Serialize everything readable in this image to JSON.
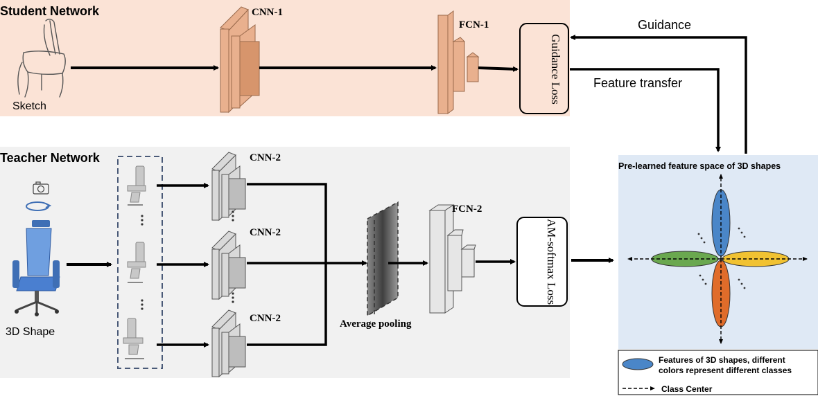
{
  "student": {
    "title": "Student Network",
    "input_label": "Sketch",
    "cnn_label": "CNN-1",
    "fcn_label": "FCN-1",
    "loss_label": "Guidance Loss"
  },
  "teacher": {
    "title": "Teacher Network",
    "input_label": "3D Shape",
    "cnn_labels": [
      "CNN-2",
      "CNN-2",
      "CNN-2"
    ],
    "pool_label": "Average pooling",
    "fcn_label": "FCN-2",
    "loss_label": "AM-softmax Loss"
  },
  "links": {
    "guidance": "Guidance",
    "feature_transfer": "Feature transfer"
  },
  "feature_space": {
    "title": "Pre-learned feature space of 3D shapes",
    "legend_features": "Features of 3D shapes, different colors represent different classes",
    "legend_center": "Class Center",
    "class_colors": {
      "top": "#4a86c8",
      "left": "#6aa84f",
      "right": "#f1c232",
      "bottom": "#e06c2a"
    }
  },
  "colors": {
    "student_bg": "#fbe3d6",
    "student_block": "#e9b08e",
    "teacher_bg": "#f1f1f1",
    "teacher_block": "#d9d9d9",
    "space_bg": "#dfe9f5"
  }
}
